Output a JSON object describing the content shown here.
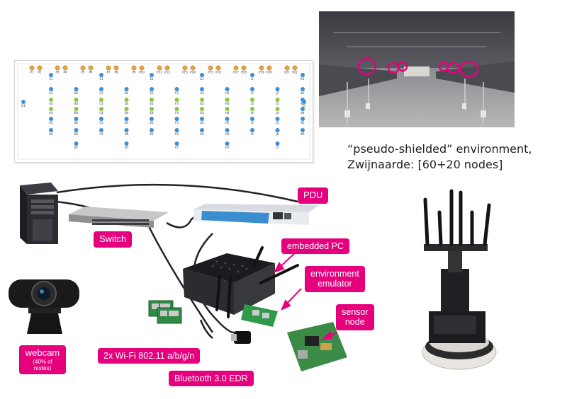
{
  "caption": {
    "line1": "“pseudo-shielded” environment,",
    "line2": "Zwijnaarde: [60+20 nodes]"
  },
  "labels": {
    "pdu": "PDU",
    "switch": "Switch",
    "embedded_pc": "embedded PC",
    "environment_emulator_line1": "environment",
    "environment_emulator_line2": "emulator",
    "sensor_node_line1": "sensor",
    "sensor_node_line2": "node",
    "webcam": "webcam",
    "webcam_note_line1": "(40% of",
    "webcam_note_line2": "nodes)",
    "wifi": "2x Wi-Fi 802.11 a/b/g/n",
    "bluetooth": "Bluetooth 3.0 EDR"
  },
  "floorplan": {
    "top_row": [
      "P1",
      "P2",
      "P3",
      "P4",
      "P5",
      "P6",
      "P7",
      "P8",
      "P9",
      "P10",
      "P11",
      "P12",
      "P13",
      "P14",
      "P15",
      "P16",
      "P17",
      "P18",
      "P19",
      "P20",
      "P21",
      "P22"
    ],
    "columns": [
      "A",
      "B",
      "C",
      "D",
      "E",
      "F",
      "G",
      "H",
      "I",
      "J",
      "K",
      "L"
    ],
    "side_left": "O1",
    "side_right": "L1"
  },
  "colors": {
    "accent": "#e6007e",
    "node_blue": "#3b8fd9",
    "node_green": "#8cc63f",
    "node_orange": "#e8a33c",
    "highlight_circle": "#e6007e"
  }
}
